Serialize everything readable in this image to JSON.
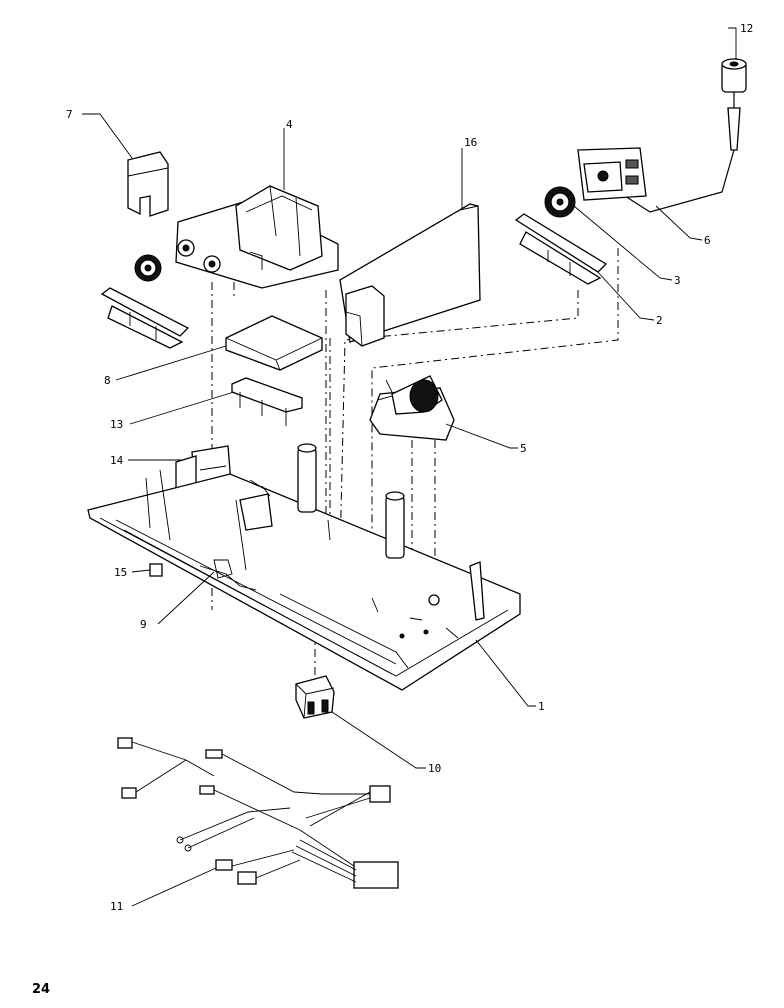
{
  "callouts": [
    {
      "id": "c1",
      "label": "1"
    },
    {
      "id": "c2",
      "label": "2"
    },
    {
      "id": "c3",
      "label": "3"
    },
    {
      "id": "c4",
      "label": "4"
    },
    {
      "id": "c5",
      "label": "5"
    },
    {
      "id": "c6",
      "label": "6"
    },
    {
      "id": "c7",
      "label": "7"
    },
    {
      "id": "c8",
      "label": "8"
    },
    {
      "id": "c9",
      "label": "9"
    },
    {
      "id": "c10",
      "label": "10"
    },
    {
      "id": "c11",
      "label": "11"
    },
    {
      "id": "c12",
      "label": "12"
    },
    {
      "id": "c13",
      "label": "13"
    },
    {
      "id": "c14",
      "label": "14"
    },
    {
      "id": "c15",
      "label": "15"
    },
    {
      "id": "c16",
      "label": "16"
    }
  ],
  "page_number": "24"
}
